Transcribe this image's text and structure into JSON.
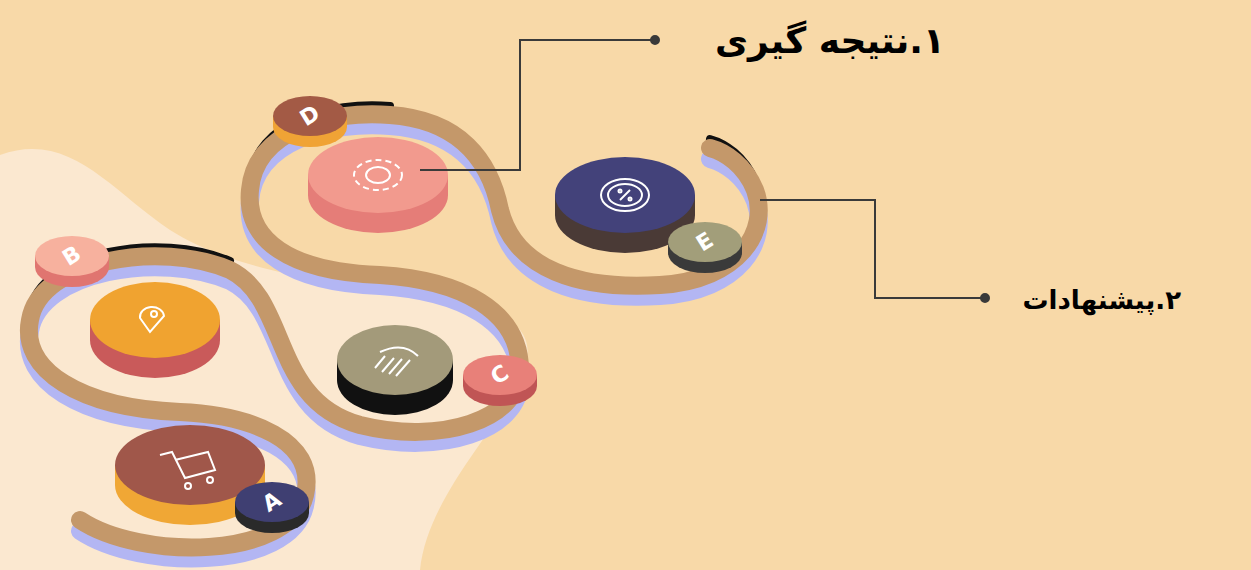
{
  "diagram": {
    "nodes": [
      {
        "text": [
          "A"
        ]
      },
      {
        "text": [
          "B"
        ]
      },
      {
        "text": [
          "C"
        ]
      },
      {
        "text": [
          "D"
        ]
      },
      {
        "text": [
          "E"
        ]
      }
    ],
    "labels": [
      "۱.نتیجه گیری",
      "۲.پیشنهادات"
    ]
  }
}
